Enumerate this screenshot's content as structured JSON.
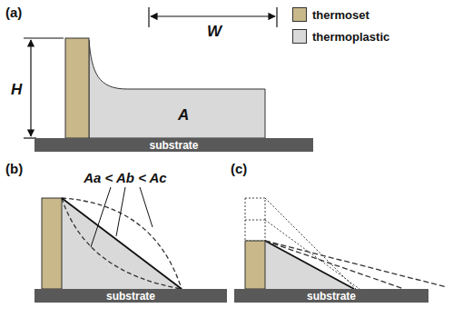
{
  "diagram": {
    "nodes": [
      {
        "text": [
          "substrate"
        ]
      },
      {
        "text": [
          "substrate"
        ]
      },
      {
        "text": [
          "substrate"
        ]
      }
    ],
    "labels": [
      "(a)",
      "W",
      "H",
      "A",
      "(b)",
      "Aa < Ab < Ac",
      "(c)"
    ],
    "legend": [
      {
        "text": "thermoset",
        "color": "#c8b88a"
      },
      {
        "text": "thermoplastic",
        "color": "#d9d9d9"
      }
    ]
  }
}
